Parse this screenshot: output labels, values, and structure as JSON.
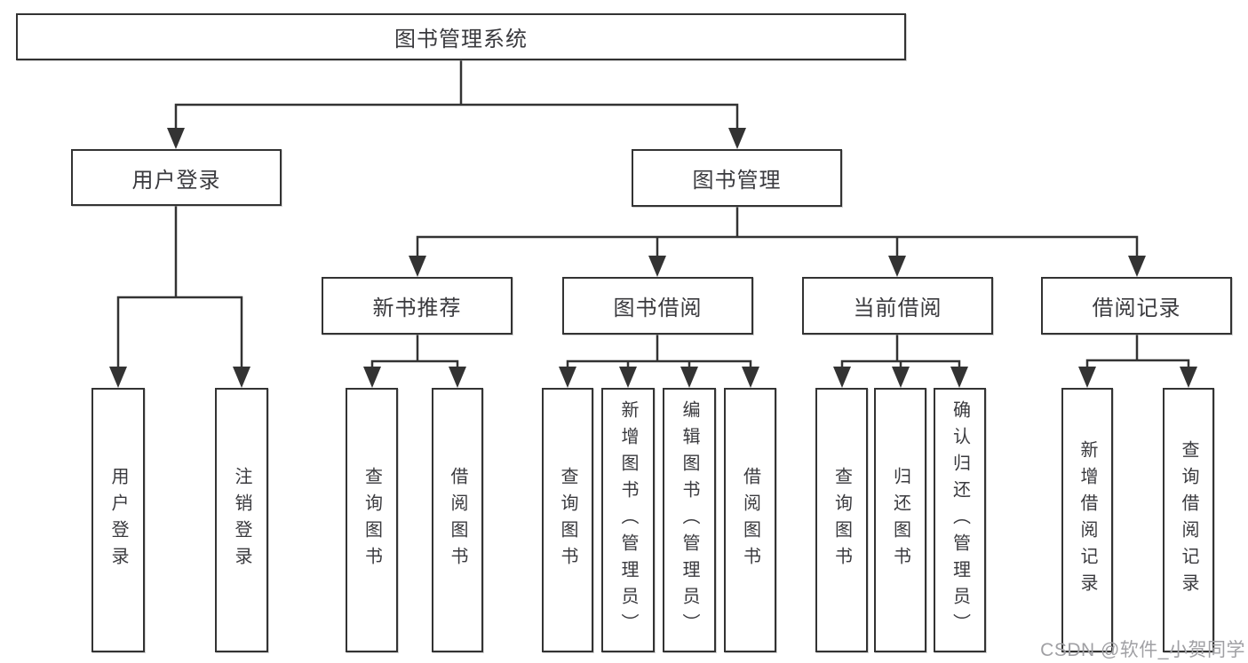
{
  "diagram_title": "图书管理系统",
  "tree": {
    "label": "图书管理系统",
    "children": [
      {
        "label": "用户登录",
        "children": [
          {
            "label": "用户登录"
          },
          {
            "label": "注销登录"
          }
        ]
      },
      {
        "label": "图书管理",
        "children": [
          {
            "label": "新书推荐",
            "children": [
              {
                "label": "查询图书"
              },
              {
                "label": "借阅图书"
              }
            ]
          },
          {
            "label": "图书借阅",
            "children": [
              {
                "label": "查询图书"
              },
              {
                "label": "新增图书（管理员）"
              },
              {
                "label": "编辑图书（管理员）"
              },
              {
                "label": "借阅图书"
              }
            ]
          },
          {
            "label": "当前借阅",
            "children": [
              {
                "label": "查询图书"
              },
              {
                "label": "归还图书"
              },
              {
                "label": "确认归还（管理员）"
              }
            ]
          },
          {
            "label": "借阅记录",
            "children": [
              {
                "label": "新增借阅记录"
              },
              {
                "label": "查询借阅记录"
              }
            ]
          }
        ]
      }
    ]
  },
  "watermark": {
    "text": "CSDN @软件_小贺同学"
  },
  "colors": {
    "line": "#333333",
    "box_border": "#333333",
    "box_fill": "#ffffff",
    "text": "#3a3a3e",
    "watermark": "#a0a0a4",
    "background": "#ffffff"
  }
}
